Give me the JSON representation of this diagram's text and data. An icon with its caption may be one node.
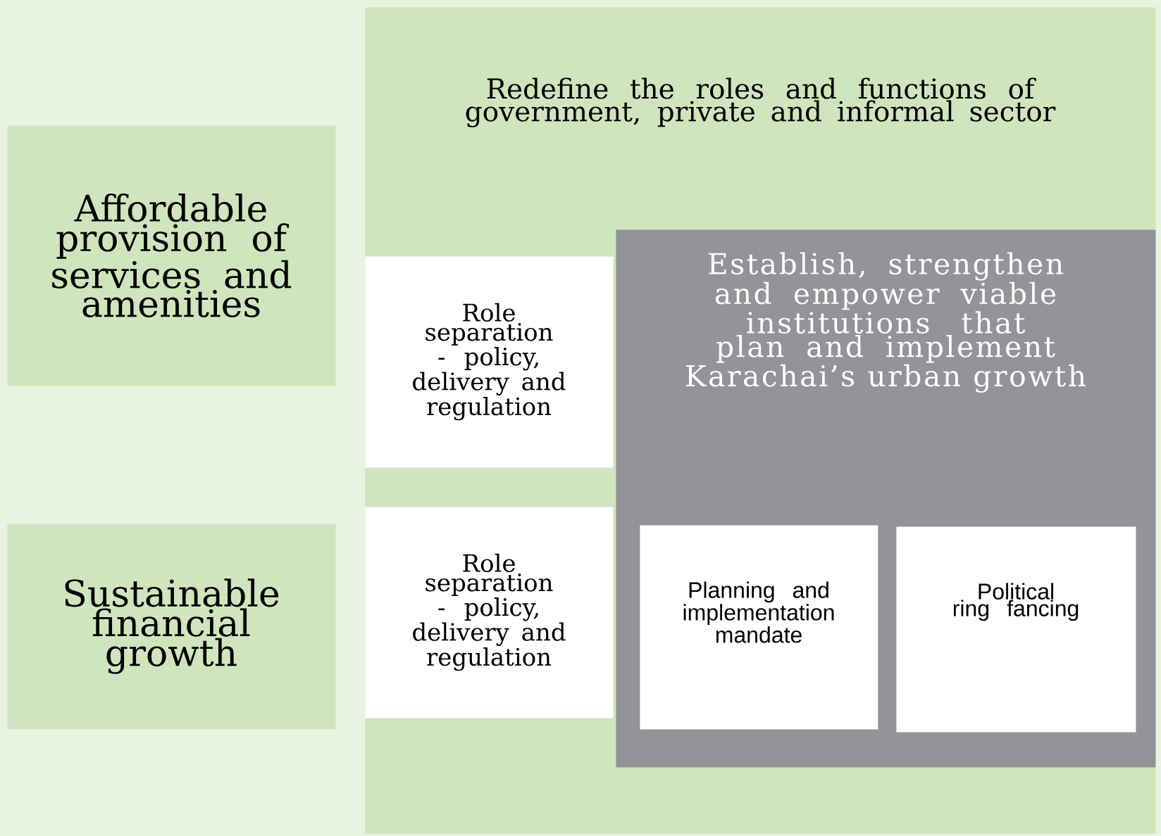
{
  "diagram": {
    "nodes": [
      {
        "text": [
          "Affordable provision of services and amenities"
        ]
      },
      {
        "text": [
          "Sustainable financial growth"
        ]
      },
      {
        "text": [
          "Redefine the roles and functions of government, private and informal sector"
        ]
      },
      {
        "text": [
          "Role separation - policy, delivery and regulation"
        ],
        "in": 2
      },
      {
        "text": [
          "Role separation - policy, delivery and regulation"
        ],
        "in": 2
      },
      {
        "text": [
          "Establish, strengthen and empower viable institutions that plan and implement Karachai’s urban growth"
        ],
        "in": 2
      },
      {
        "text": [
          "Planning and implementation mandate"
        ],
        "in": 5
      },
      {
        "text": [
          "Political ring fancing"
        ],
        "in": 5
      }
    ]
  }
}
